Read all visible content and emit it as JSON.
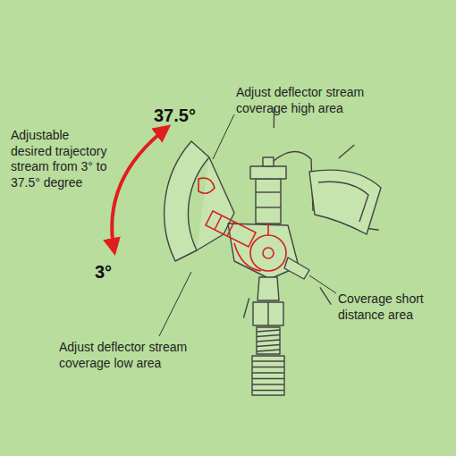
{
  "diagram": {
    "labels": [
      "37.5°",
      "Adjust deflector stream coverage high area",
      "Adjustable desired trajectory stream from 3° to 37.5° degree",
      "3°",
      "Adjust deflector stream coverage low area",
      "Coverage short distance area"
    ]
  }
}
